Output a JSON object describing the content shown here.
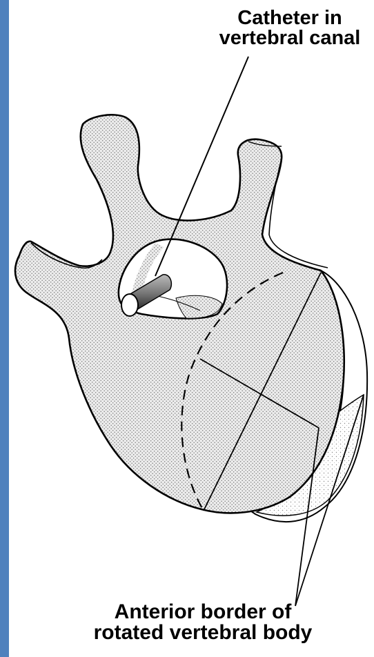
{
  "labels": {
    "catheter": {
      "line1": "Catheter in",
      "line2": "vertebral canal"
    },
    "anterior_border": {
      "line1": "Anterior border of",
      "line2": "rotated vertebral body"
    }
  },
  "colors": {
    "left_bar": "#4f81bd",
    "outline": "#000000",
    "bone_fill": "#ececec",
    "stipple_dot": "#7a7a7a",
    "background": "#ffffff"
  }
}
